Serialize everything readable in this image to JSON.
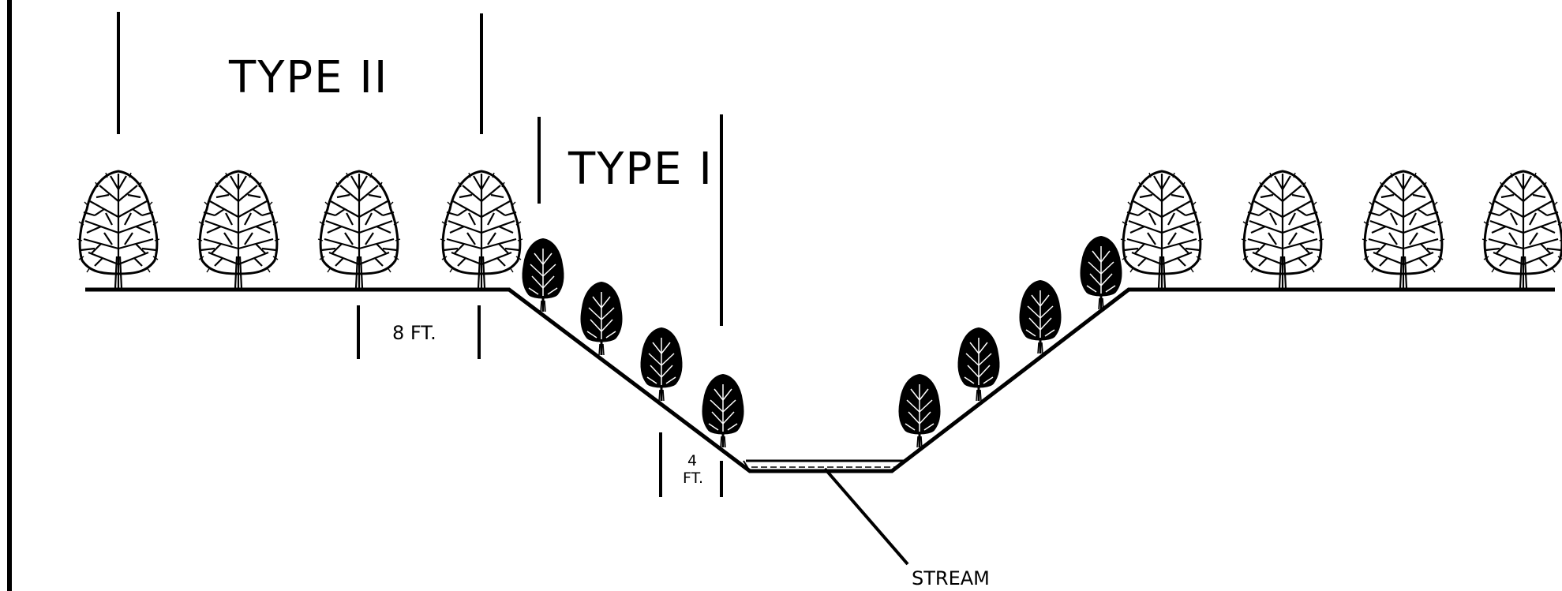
{
  "labels": {
    "type_two": "TYPE  II",
    "type_one": "TYPE  I",
    "eight_ft": "8  FT.",
    "four_num": "4",
    "four_unit": "FT.",
    "stream": "STREAM"
  },
  "icons": {
    "large_tree": "deciduous-tree-icon",
    "small_tree": "shrub-tree-icon"
  },
  "colors": {
    "ink": "#000000",
    "background": "#ffffff"
  }
}
